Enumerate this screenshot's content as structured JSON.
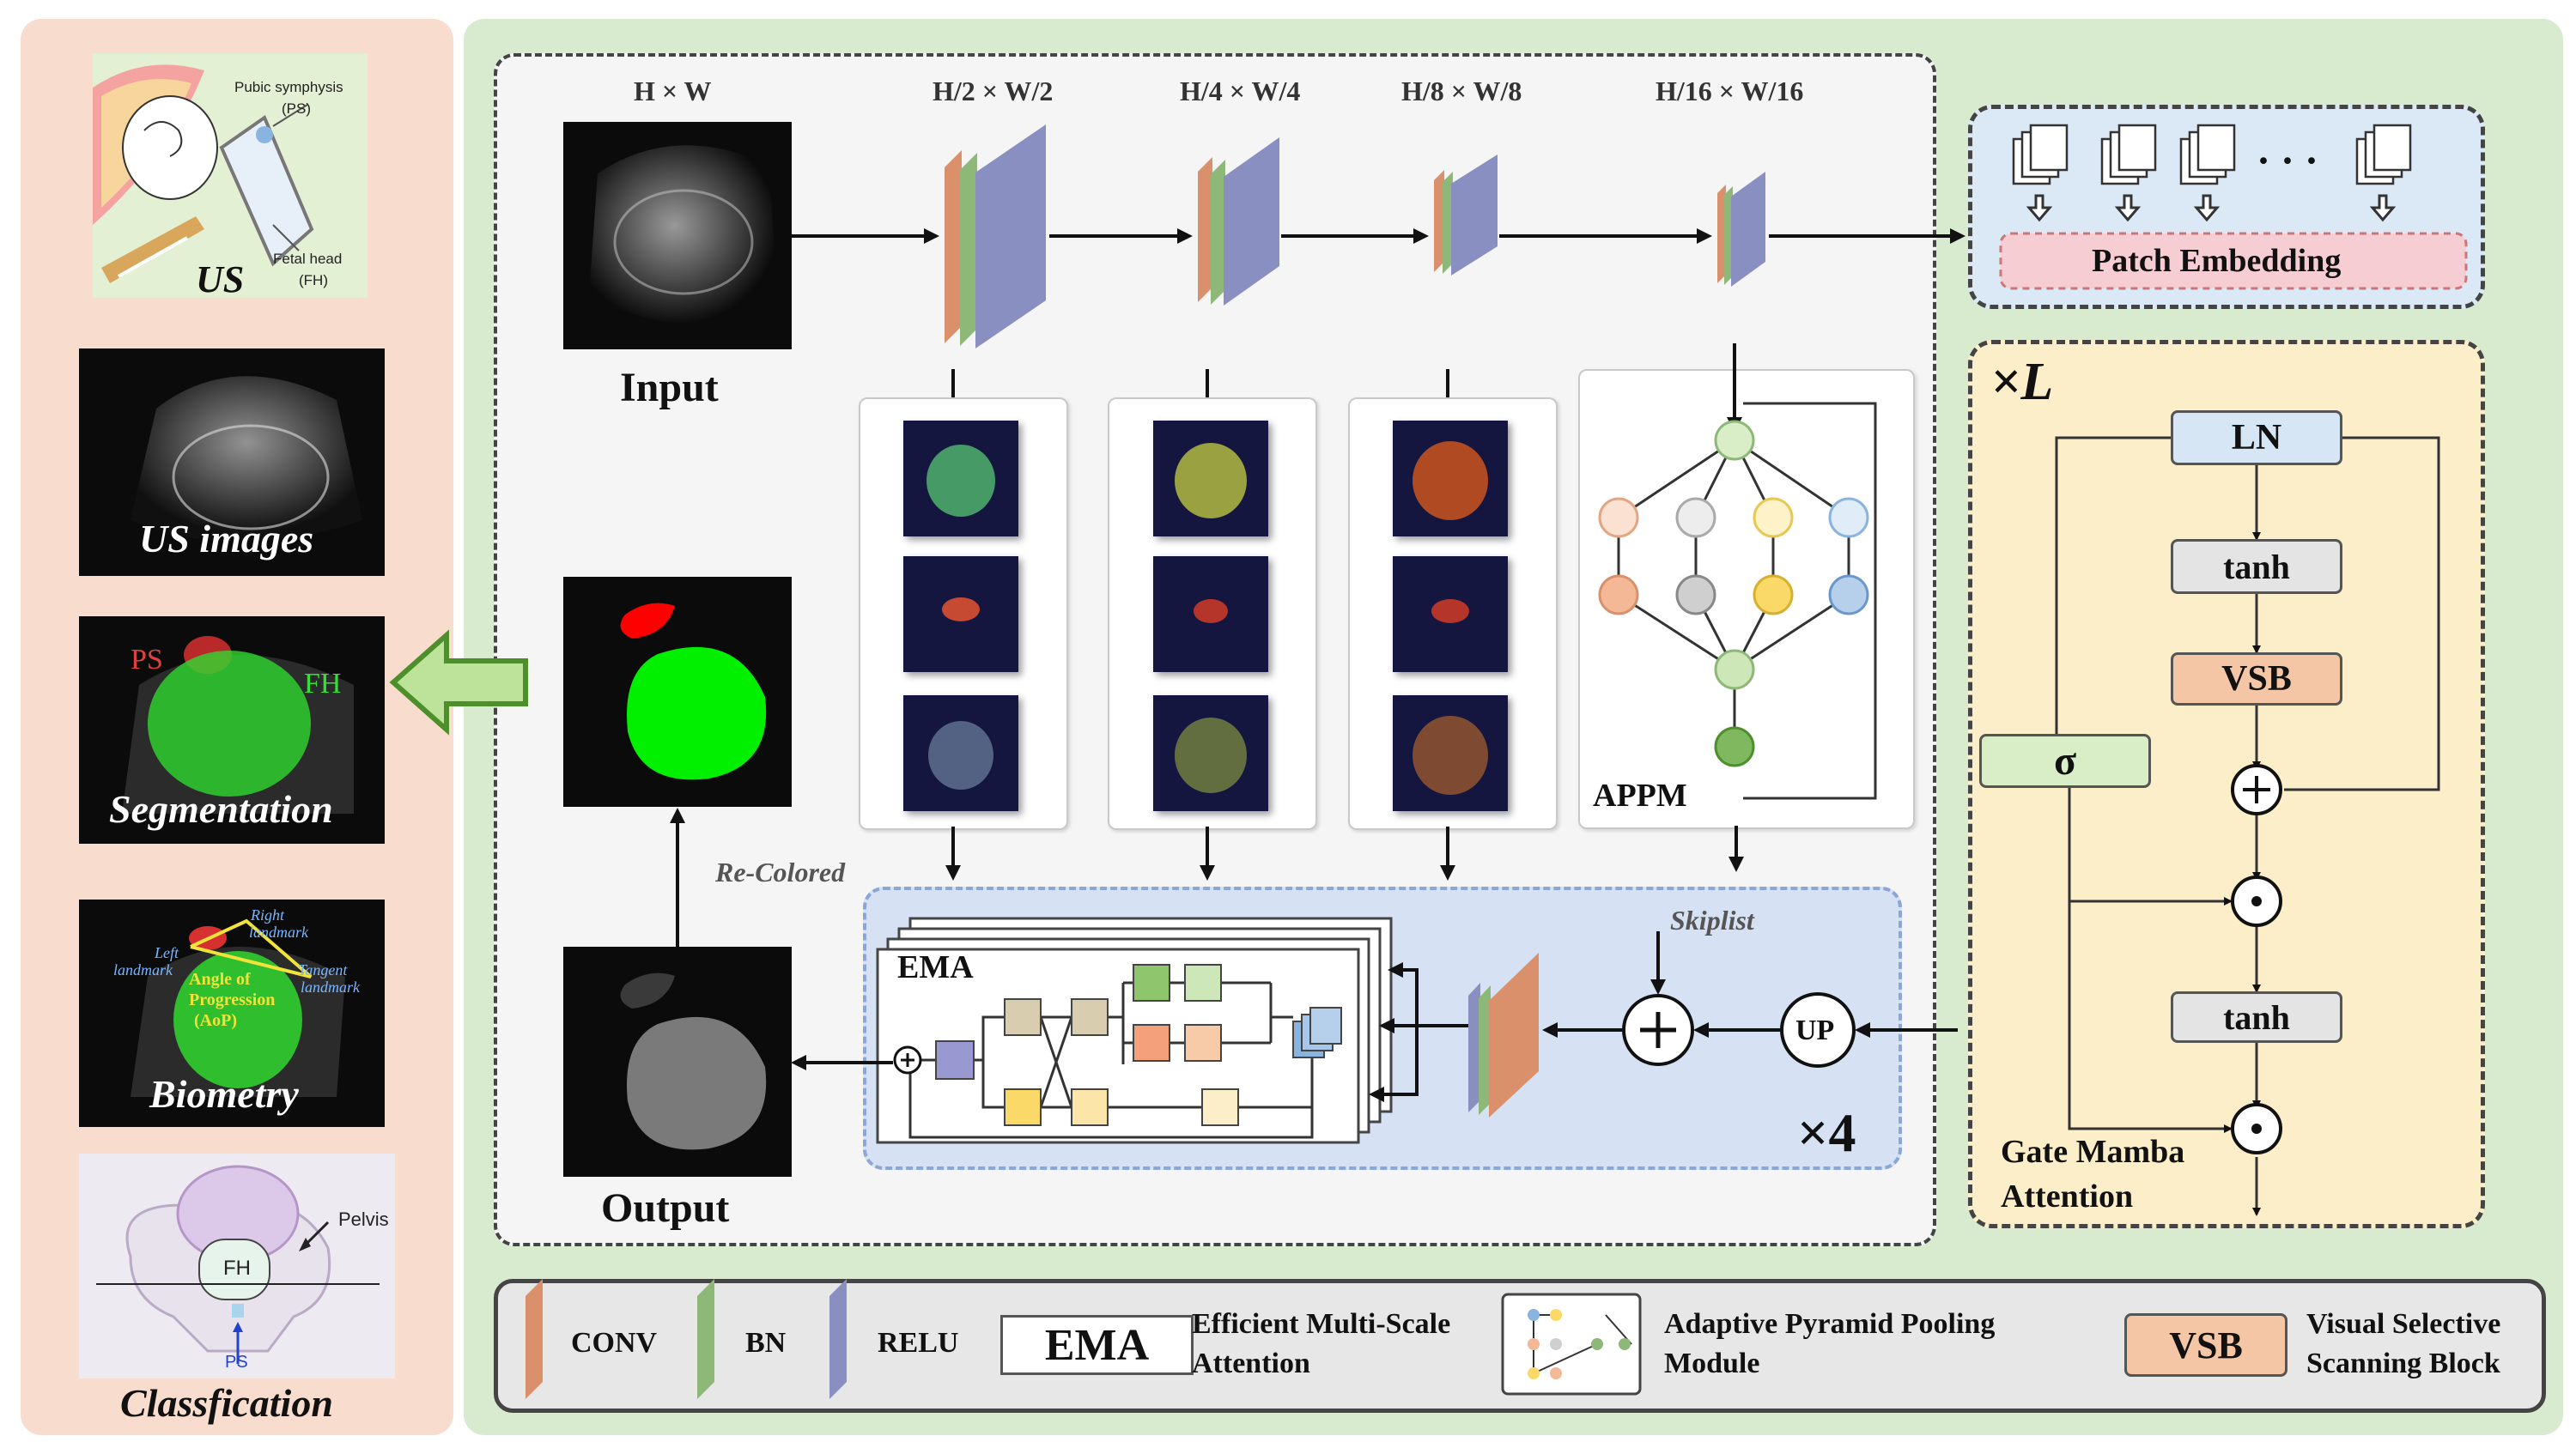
{
  "left": {
    "us_title": "US",
    "us_labels": {
      "ps": "Pubic symphysis",
      "ps_abbr": "(PS)",
      "fh": "Fetal head",
      "fh_abbr": "(FH)"
    },
    "us_images": "US images",
    "segmentation": "Segmentation",
    "seg_ps": "PS",
    "seg_fh": "FH",
    "biometry": "Biometry",
    "bio_right": "Right",
    "bio_right2": "landmark",
    "bio_left": "Left",
    "bio_left2": "landmark",
    "bio_tangent": "Tangent",
    "bio_tangent2": "landmark",
    "bio_angle1": "Angle of",
    "bio_angle2": "Progression",
    "bio_angle3": "(AoP)",
    "classification": "Classfication",
    "cls_pelvis": "Pelvis",
    "cls_fh": "FH",
    "cls_ps": "PS"
  },
  "encoder": {
    "scales": [
      "H × W",
      "H/2 × W/2",
      "H/4 × W/4",
      "H/8 × W/8",
      "H/16 × W/16"
    ],
    "input": "Input",
    "output": "Output",
    "recolored": "Re-Colored",
    "appm": "APPM",
    "ema": "EMA",
    "skiplist": "Skiplist",
    "up": "UP",
    "times4": "×4"
  },
  "patch": {
    "label": "Patch Embedding",
    "dots": "· · ·"
  },
  "gate": {
    "times_l": "×L",
    "ln": "LN",
    "tanh1": "tanh",
    "vsb": "VSB",
    "sigma": "σ",
    "tanh2": "tanh",
    "title1": "Gate Mamba",
    "title2": "Attention"
  },
  "legend": {
    "conv": "CONV",
    "bn": "BN",
    "relu": "RELU",
    "ema_box": "EMA",
    "ema_desc1": "Efficient Multi-Scale",
    "ema_desc2": "Attention",
    "appm_desc1": "Adaptive Pyramid Pooling",
    "appm_desc2": "Module",
    "vsb_box": "VSB",
    "vsb_desc1": "Visual Selective",
    "vsb_desc2": "Scanning Block"
  },
  "colors": {
    "conv": "#d9906b",
    "bn": "#8db878",
    "relu": "#8a8fc2",
    "ema_region": "#d6e2f3",
    "gate_bg": "#fbeec8",
    "left_bg": "#f8dccd",
    "main_bg": "#d8ebcf"
  }
}
